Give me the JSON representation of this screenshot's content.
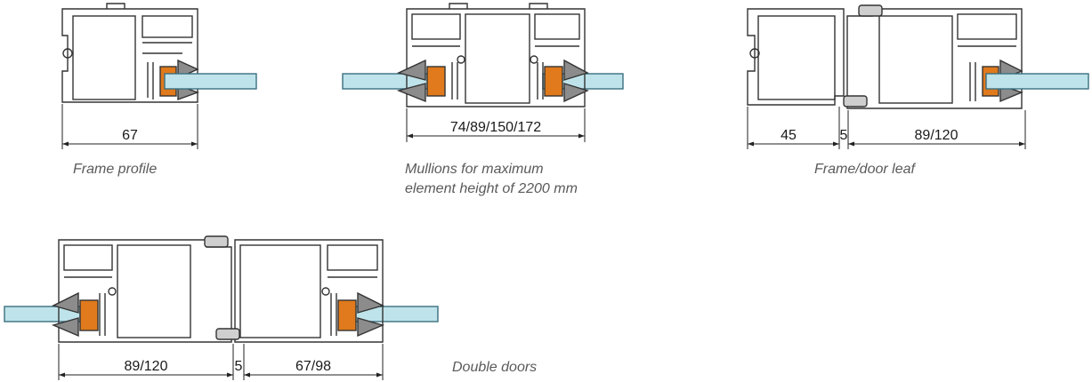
{
  "sections": [
    {
      "id": "frame-profile",
      "caption": [
        "Frame profile"
      ],
      "dimensions": [
        "67"
      ]
    },
    {
      "id": "mullions",
      "caption": [
        "Mullions for maximum",
        "element height of 2200 mm"
      ],
      "dimensions": [
        "74/89/150/172"
      ]
    },
    {
      "id": "frame-door-leaf",
      "caption": [
        "Frame/door leaf"
      ],
      "dimensions": [
        "45",
        "5",
        "89/120"
      ]
    },
    {
      "id": "double-doors",
      "caption": [
        "Double doors"
      ],
      "dimensions": [
        "89/120",
        "5",
        "67/98"
      ]
    }
  ],
  "colors": {
    "glass": "#bfe3ea",
    "glass_edge": "#3b6f80",
    "gasket": "#e07a1c",
    "seal": "#8c8c8c",
    "profile_line": "#333333",
    "dimension_line": "#222222",
    "caption": "#5a5a5a"
  }
}
